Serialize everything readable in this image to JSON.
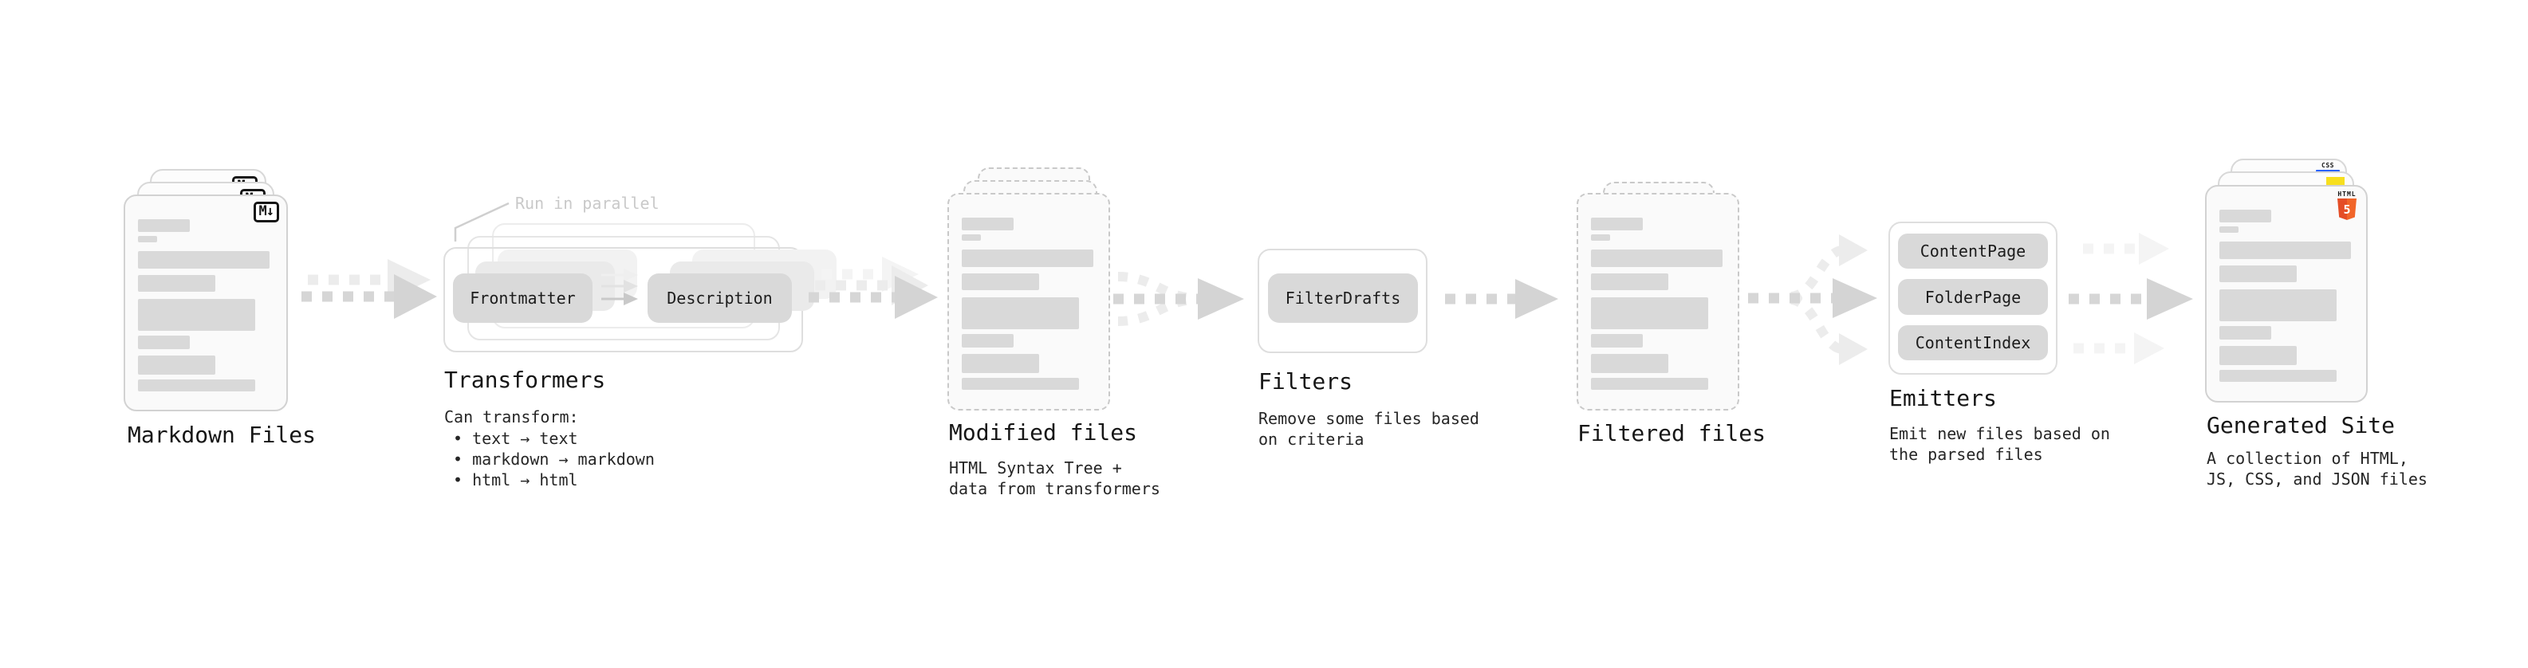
{
  "stages": {
    "markdown": {
      "label": "Markdown Files"
    },
    "transformers": {
      "title": "Transformers",
      "annotation": "Run in parallel",
      "pill_left": "Frontmatter",
      "pill_right": "Description",
      "body_heading": "Can transform:",
      "bullets": [
        "• text → text",
        "• markdown → markdown",
        "• html → html"
      ]
    },
    "modified": {
      "title": "Modified files",
      "subtitle_lines": [
        "HTML Syntax Tree +",
        "data from transformers"
      ]
    },
    "filters": {
      "title": "Filters",
      "pill": "FilterDrafts",
      "subtitle_lines": [
        "Remove some files based",
        "on criteria"
      ]
    },
    "filtered": {
      "title": "Filtered files"
    },
    "emitters": {
      "title": "Emitters",
      "pills": [
        "ContentPage",
        "FolderPage",
        "ContentIndex"
      ],
      "subtitle_lines": [
        "Emit new files based on",
        "the parsed files"
      ]
    },
    "generated": {
      "title": "Generated Site",
      "subtitle_lines": [
        "A collection of HTML,",
        "JS, CSS, and JSON files"
      ]
    }
  },
  "icons": {
    "markdown_badge": "M↓",
    "html5_wordmark": "HTML",
    "html5_number": "5",
    "css_wordmark": "CSS"
  },
  "colors": {
    "html5_orange_dark": "#e44d26",
    "html5_orange_light": "#f16529",
    "js_yellow": "#f7df1e",
    "css_blue": "#2962ff",
    "pill_gray": "#d9d9d9",
    "border_gray": "#d2d2d2",
    "text_black": "#161616",
    "annotation_gray": "#c9c9c9"
  }
}
